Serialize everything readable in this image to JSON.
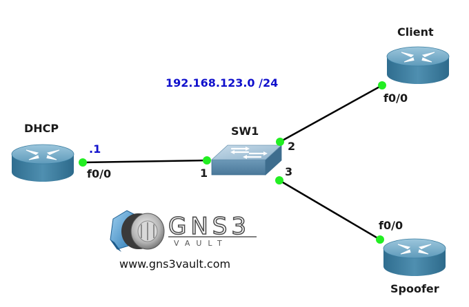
{
  "network": "192.168.123.0 /24",
  "devices": {
    "dhcp": {
      "name": "DHCP",
      "iface": "f0/0",
      "ip": ".1"
    },
    "client": {
      "name": "Client",
      "iface": "f0/0"
    },
    "spoofer": {
      "name": "Spoofer",
      "iface": "f0/0"
    },
    "switch": {
      "name": "SW1",
      "ports": [
        "1",
        "2",
        "3"
      ]
    }
  },
  "logo": {
    "brand": "GNS3",
    "tagline": "VAULT",
    "url": "www.gns3vault.com"
  },
  "colors": {
    "link": "#000000",
    "endpoint": "#22ee22",
    "accent": "#1010cc",
    "router_body": "#4f8fb0"
  },
  "icons": {
    "router": "router-icon",
    "switch": "switch-icon",
    "logo": "gns3-vault-logo"
  }
}
